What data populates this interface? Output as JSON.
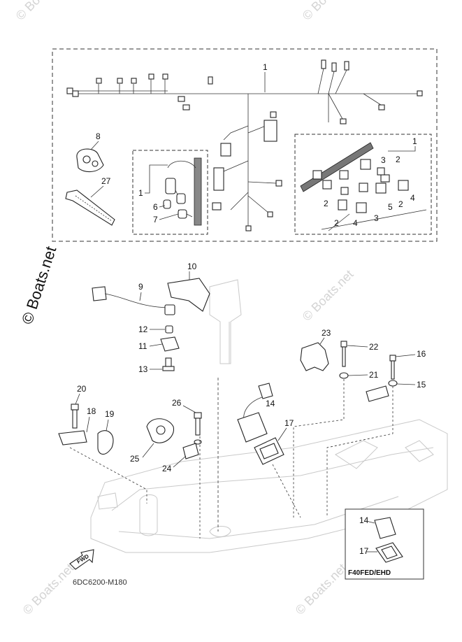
{
  "watermarks": {
    "main": "© Boats.net",
    "small": "© Boats.net"
  },
  "callouts": {
    "p1": "1",
    "p1_inset_left": "1",
    "p1_inset_right": "1",
    "p2": "2",
    "p3": "3",
    "p4": "4",
    "p5": "5",
    "p6": "6",
    "p7": "7",
    "p8": "8",
    "p9": "9",
    "p10": "10",
    "p11": "11",
    "p12": "12",
    "p13": "13",
    "p14": "14",
    "p15": "15",
    "p16": "16",
    "p17": "17",
    "p18": "18",
    "p19": "19",
    "p20": "20",
    "p21": "21",
    "p22": "22",
    "p23": "23",
    "p24": "24",
    "p25": "25",
    "p26": "26",
    "p27": "27"
  },
  "variant_box": {
    "label": "F40FED/EHD",
    "p14": "14",
    "p17": "17"
  },
  "fwd_label": "FWD",
  "diagram_code": "6DC6200-M180"
}
